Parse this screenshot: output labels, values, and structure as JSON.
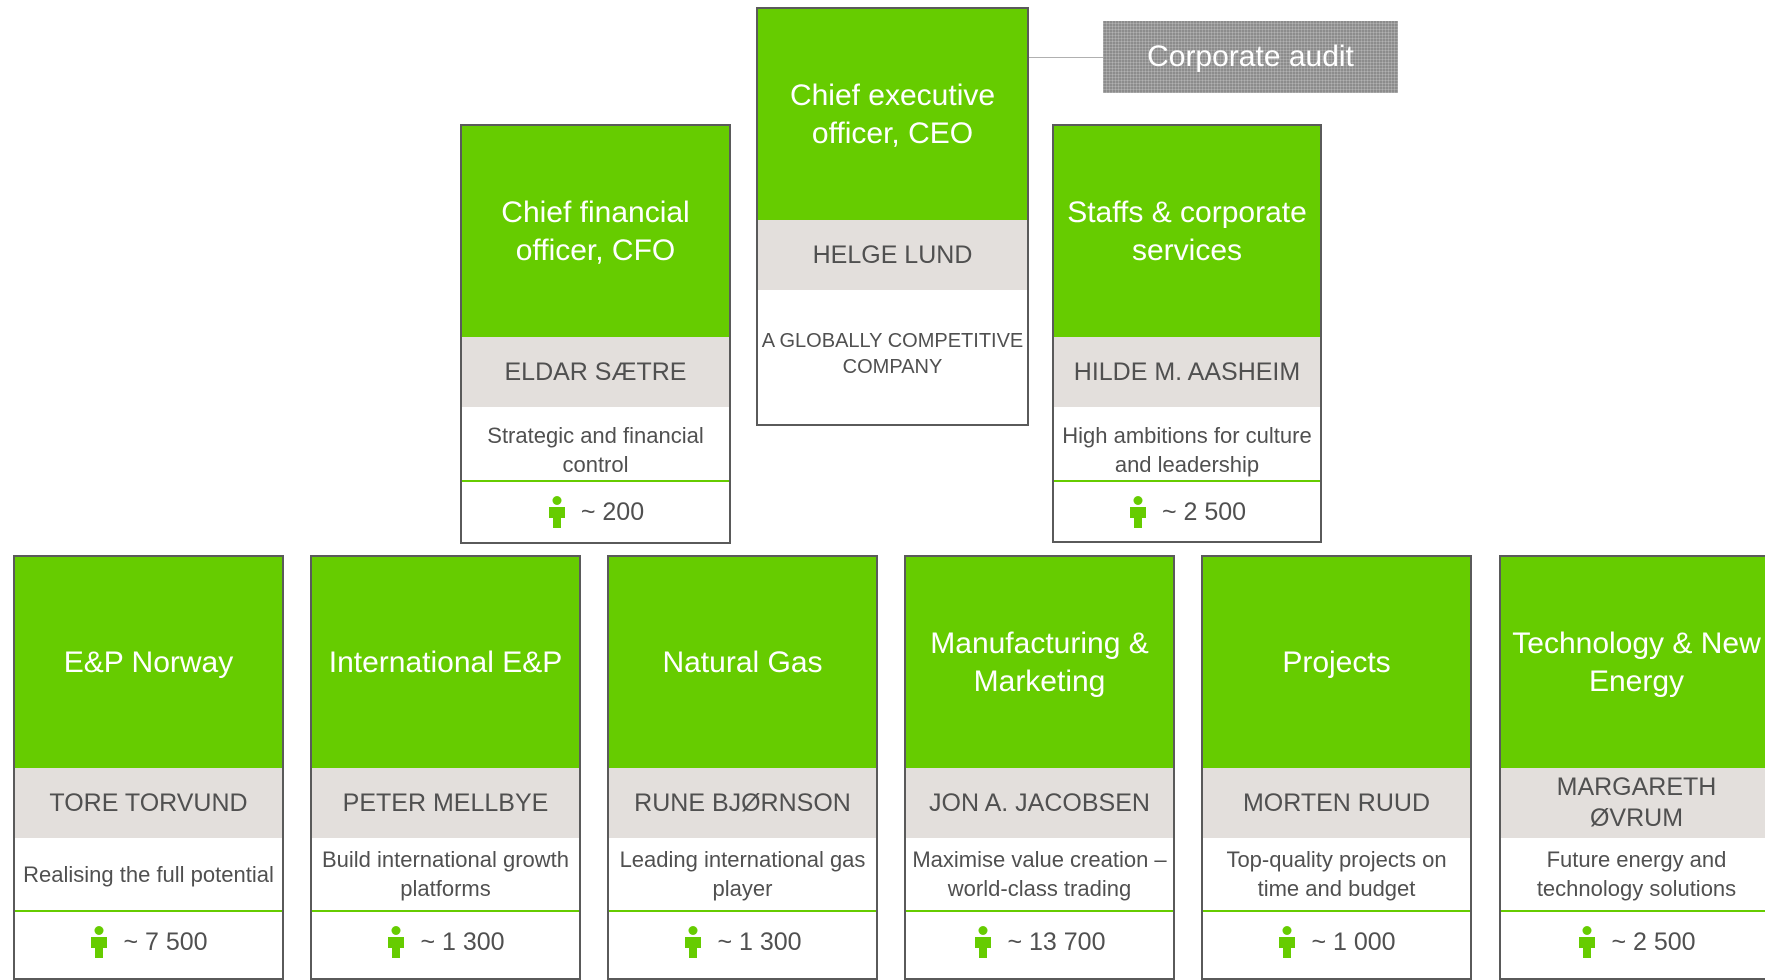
{
  "colors": {
    "header_green": "#66cc00",
    "name_band": "#e3dfdc",
    "border": "#5a5a5a",
    "text": "#505050",
    "audit_box": "#8c8c8c"
  },
  "icons": {
    "headcount": "person-icon"
  },
  "ceo": {
    "title": "Chief executive officer, CEO",
    "name": "HELGE LUND",
    "description": "A GLOBALLY COMPETITIVE COMPANY"
  },
  "audit": {
    "label": "Corporate audit"
  },
  "cfo": {
    "title": "Chief financial officer, CFO",
    "name": "ELDAR SÆTRE",
    "description": "Strategic and financial control",
    "headcount": "~ 200"
  },
  "staffs": {
    "title": "Staffs & corporate services",
    "name": "HILDE M. AASHEIM",
    "description": "High ambitions for culture and leadership",
    "headcount": "~ 2 500"
  },
  "business_areas": [
    {
      "title": "E&P Norway",
      "name": "TORE TORVUND",
      "description": "Realising the full potential",
      "headcount": "~ 7 500"
    },
    {
      "title": "International E&P",
      "name": "PETER MELLBYE",
      "description": "Build international growth platforms",
      "headcount": "~ 1 300"
    },
    {
      "title": "Natural Gas",
      "name": "RUNE BJØRNSON",
      "description": "Leading international gas player",
      "headcount": "~ 1 300"
    },
    {
      "title": "Manufacturing & Marketing",
      "name": "JON A. JACOBSEN",
      "description": "Maximise value creation – world-class trading",
      "headcount": "~ 13 700"
    },
    {
      "title": "Projects",
      "name": "MORTEN RUUD",
      "description": "Top-quality projects on time and budget",
      "headcount": "~ 1 000"
    },
    {
      "title": "Technology & New Energy",
      "name": "MARGARETH ØVRUM",
      "description": "Future energy and technology solutions",
      "headcount": "~ 2 500"
    }
  ]
}
